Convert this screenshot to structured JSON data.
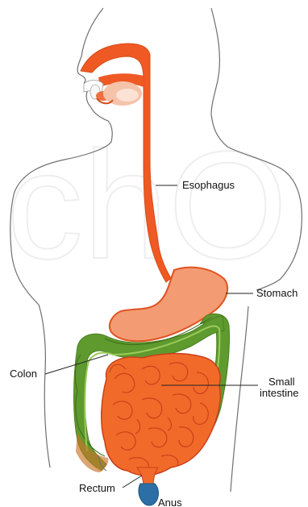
{
  "labels": {
    "esophagus": "Esophagus",
    "stomach": "Stomach",
    "colon": "Colon",
    "small_intestine_line1": "Small",
    "small_intestine_line2": "intestine",
    "rectum": "Rectum",
    "anus": "Anus"
  },
  "watermark_text": "chO",
  "colors": {
    "outline": "#6f6f6f",
    "esophagus": "#ef5a24",
    "stomach": "#f39b73",
    "stomach_stroke": "#e0521f",
    "colon": "#5e9a2e",
    "colon_light": "#9cc95b",
    "small_intestine": "#f26a2a",
    "small_intestine_stroke": "#c9401a",
    "anus": "#2c6fa6",
    "watermark": "#eeeeee"
  }
}
